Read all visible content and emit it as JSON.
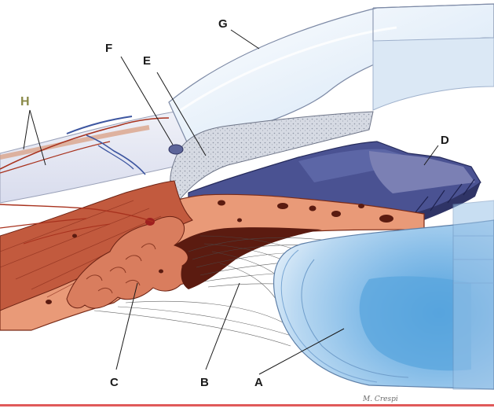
{
  "labels": {
    "a": "A",
    "b": "B",
    "c": "C",
    "d": "D",
    "e": "E",
    "f": "F",
    "g": "G",
    "h": "H"
  },
  "signature": "M. Crespi",
  "colors": {
    "sclera": "#e6e9f4",
    "cornea_blue": "#c9ddf1",
    "trabecular_dots": "#d9dde5",
    "iris_dark": "#3e4582",
    "iris_mid": "#5a64a0",
    "iris_light": "#7478ad",
    "ciliary_muscle": "#c05a3c",
    "ciliary_salmon": "#ea9a78",
    "ciliary_dark": "#5b1b10",
    "lens_blue": "#a9cdec",
    "lens_core": "#5aa6de",
    "vessel_red": "#a8321e",
    "vessel_blue": "#3d56a0"
  }
}
